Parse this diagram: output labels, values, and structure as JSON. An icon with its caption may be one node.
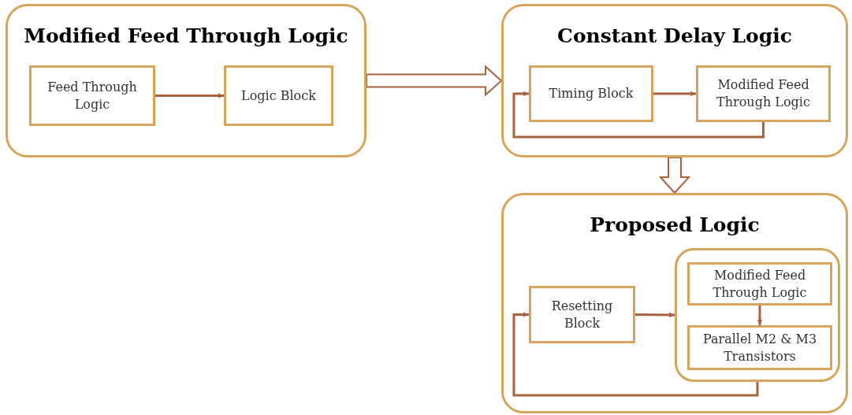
{
  "diagram": {
    "nodes": [
      {
        "text": [
          "Modified Feed Through Logic"
        ]
      },
      {
        "text": [
          "Feed Through Logic"
        ],
        "in": 0
      },
      {
        "text": [
          "Logic Block"
        ],
        "in": 0
      },
      {
        "text": [
          "Constant Delay Logic"
        ]
      },
      {
        "text": [
          "Timing Block"
        ],
        "in": 3
      },
      {
        "text": [
          "Modified Feed Through Logic"
        ],
        "in": 3
      },
      {
        "text": [
          "Proposed Logic"
        ]
      },
      {
        "text": [
          "Resetting Block"
        ],
        "in": 6
      },
      {
        "text": [],
        "shape": "box",
        "in": 6
      },
      {
        "text": [
          "Modified Feed Through Logic"
        ],
        "in": 8
      },
      {
        "text": [
          "Parallel M2 & M3 Transistors"
        ],
        "in": 8
      }
    ],
    "edges": [
      {
        "from": 1,
        "to": 2,
        "arrow": "to"
      },
      {
        "from": 0,
        "to": 3,
        "arrow": "to",
        "style": "thick"
      },
      {
        "from": 4,
        "to": 5,
        "arrow": "to"
      },
      {
        "from": 5,
        "to": 4,
        "arrow": "to"
      },
      {
        "from": 3,
        "to": 6,
        "arrow": "to",
        "style": "thick"
      },
      {
        "from": 7,
        "to": 8,
        "arrow": "to"
      },
      {
        "from": 9,
        "to": 10,
        "arrow": "to"
      },
      {
        "from": 8,
        "to": 7,
        "arrow": "to"
      }
    ]
  }
}
